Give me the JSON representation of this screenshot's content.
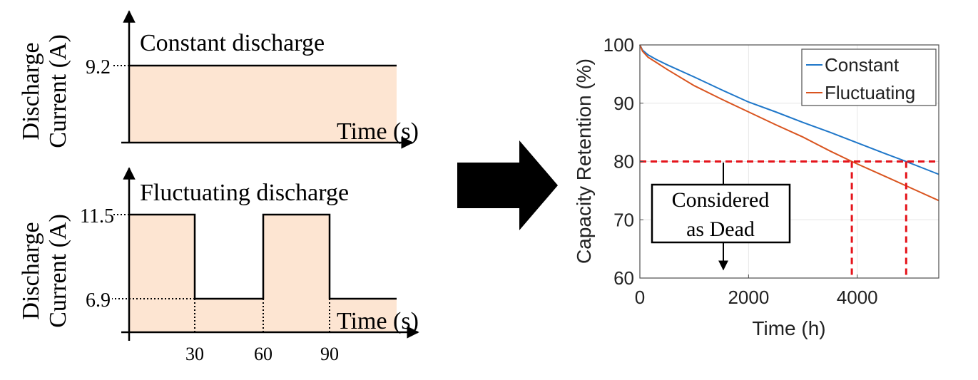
{
  "colors": {
    "fill": "#fde5d2",
    "constant": "#1f77c9",
    "fluctuating": "#d9541f",
    "threshold": "#e5141b",
    "grid": "#e6e6e6"
  },
  "chart_data": [
    {
      "type": "area",
      "title": "Constant discharge",
      "ylabel": "Discharge Current (A)",
      "ylabel_lines": [
        "Discharge",
        "Current (A)"
      ],
      "xlabel": "Time (s)",
      "ytick_labels": [
        "9.2"
      ],
      "x": [
        0,
        120
      ],
      "y": [
        9.2,
        9.2
      ]
    },
    {
      "type": "area",
      "title": "Fluctuating discharge",
      "ylabel": "Discharge Current (A)",
      "ylabel_lines": [
        "Discharge",
        "Current (A)"
      ],
      "xlabel": "Time (s)",
      "ytick_labels": [
        "11.5",
        "6.9"
      ],
      "xtick_labels": [
        "30",
        "60",
        "90"
      ],
      "x": [
        0,
        30,
        30,
        60,
        60,
        90,
        90,
        120
      ],
      "y": [
        11.5,
        11.5,
        6.9,
        6.9,
        11.5,
        11.5,
        6.9,
        6.9
      ]
    },
    {
      "type": "line",
      "xlabel": "Time (h)",
      "ylabel": "Capacity Retention (%)",
      "xlim": [
        0,
        5500
      ],
      "ylim": [
        60,
        100
      ],
      "xticks": [
        0,
        2000,
        4000
      ],
      "yticks": [
        60,
        70,
        80,
        90,
        100
      ],
      "xtick_labels": [
        "0",
        "2000",
        "4000"
      ],
      "ytick_labels": [
        "60",
        "70",
        "80",
        "90",
        "100"
      ],
      "grid": true,
      "legend_position": "top-right",
      "series": [
        {
          "name": "Constant",
          "x": [
            0,
            50,
            150,
            300,
            500,
            1000,
            1500,
            2000,
            2500,
            3000,
            3500,
            4000,
            4500,
            4900,
            5200,
            5500
          ],
          "y": [
            100,
            99.1,
            98.3,
            97.5,
            96.6,
            94.5,
            92.3,
            90.2,
            88.5,
            86.7,
            85.0,
            83.2,
            81.4,
            80.0,
            78.9,
            77.8
          ]
        },
        {
          "name": "Fluctuating",
          "x": [
            0,
            50,
            150,
            300,
            500,
            1000,
            1500,
            2000,
            2500,
            3000,
            3500,
            3900,
            4500,
            5000,
            5500
          ],
          "y": [
            100,
            98.9,
            97.9,
            97.0,
            95.8,
            93.0,
            90.7,
            88.5,
            86.3,
            84.2,
            81.8,
            80.0,
            77.5,
            75.4,
            73.3
          ]
        }
      ],
      "threshold": {
        "y": 80,
        "label_lines": [
          "Considered",
          "as Dead"
        ]
      },
      "end_of_life_x": [
        3900,
        4900
      ]
    }
  ]
}
